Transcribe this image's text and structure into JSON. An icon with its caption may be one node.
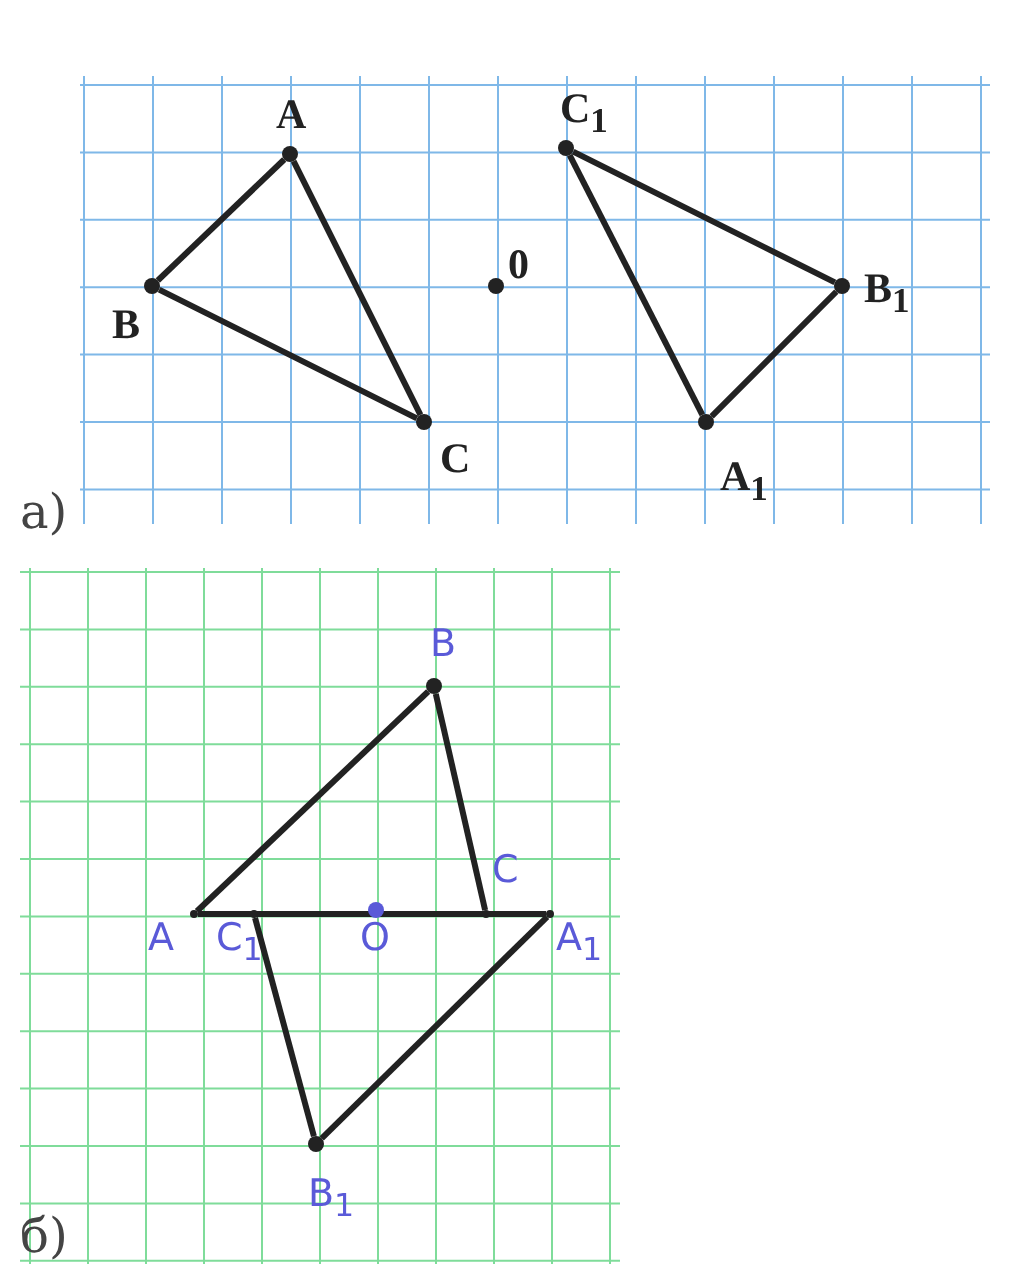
{
  "diagram": {
    "nodes": [
      {
        "text": [],
        "shape": "circle",
        "beside": [
          "A"
        ]
      },
      {
        "text": [],
        "shape": "circle",
        "beside": [
          "B"
        ]
      },
      {
        "text": [],
        "shape": "circle",
        "beside": [
          "C"
        ]
      },
      {
        "text": [],
        "shape": "circle",
        "beside": [
          "0"
        ]
      },
      {
        "text": [],
        "shape": "circle",
        "beside": [
          "C$_{1}$"
        ]
      },
      {
        "text": [],
        "shape": "circle",
        "beside": [
          "B$_{1}$"
        ]
      },
      {
        "text": [],
        "shape": "circle",
        "beside": [
          "A$_{1}$"
        ]
      },
      {
        "text": [],
        "shape": "circle",
        "beside": [
          "B"
        ]
      },
      {
        "text": [],
        "shape": "circle",
        "beside": [
          "C"
        ]
      },
      {
        "text": [],
        "shape": "circle",
        "beside": [
          "A"
        ]
      },
      {
        "text": [],
        "shape": "circle",
        "beside": [
          "C$_{1}$"
        ]
      },
      {
        "text": [],
        "shape": "circle",
        "beside": [
          "O"
        ]
      },
      {
        "text": [],
        "shape": "circle",
        "beside": [
          "A$_{1}$"
        ]
      },
      {
        "text": [],
        "shape": "circle",
        "beside": [
          "B$_{1}$"
        ]
      }
    ],
    "edges": [
      {
        "from": 0,
        "to": 1,
        "arrow": "none"
      },
      {
        "from": 0,
        "to": 2,
        "arrow": "none"
      },
      {
        "from": 1,
        "to": 2,
        "arrow": "none"
      },
      {
        "from": 4,
        "to": 5,
        "arrow": "none"
      },
      {
        "from": 4,
        "to": 6,
        "arrow": "none"
      },
      {
        "from": 5,
        "to": 6,
        "arrow": "none"
      },
      {
        "from": 9,
        "to": 7,
        "arrow": "none"
      },
      {
        "from": 7,
        "to": 8,
        "arrow": "none"
      },
      {
        "from": 9,
        "to": 8,
        "arrow": "none"
      },
      {
        "from": 10,
        "to": 12,
        "arrow": "none"
      },
      {
        "from": 10,
        "to": 13,
        "arrow": "none"
      },
      {
        "from": 13,
        "to": 12,
        "arrow": "none"
      }
    ],
    "labels": [
      "а)",
      "б)"
    ]
  }
}
